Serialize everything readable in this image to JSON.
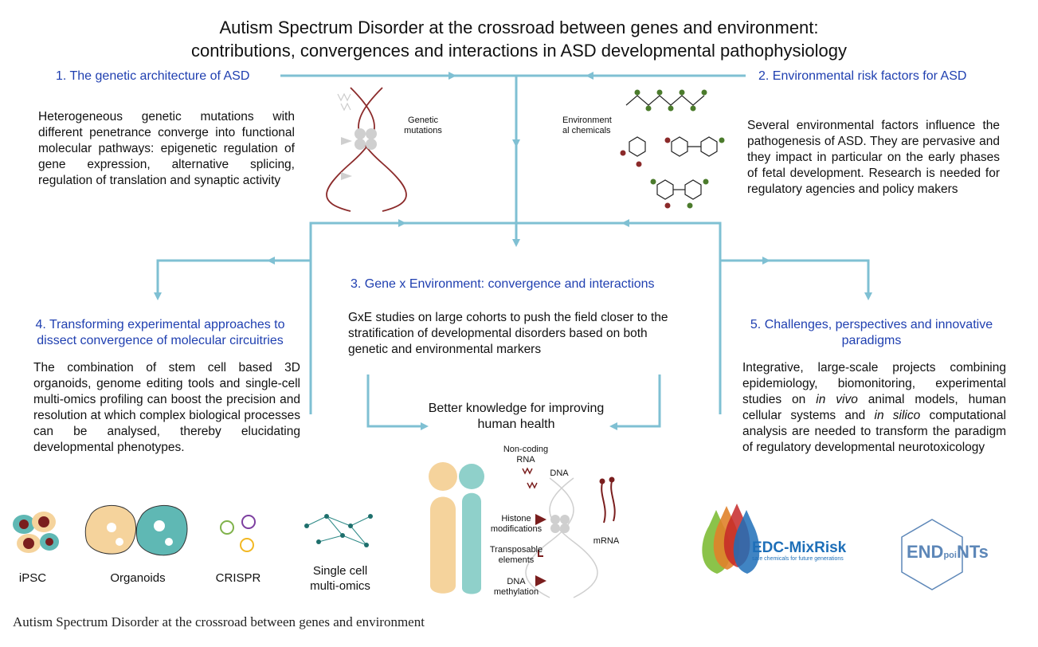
{
  "title": {
    "line1": "Autism Spectrum Disorder at the crossroad between genes and environment:",
    "line2": "contributions, convergences and interactions in ASD developmental pathophysiology"
  },
  "sections": {
    "s1": {
      "heading": "1. The genetic architecture of ASD",
      "body": "Heterogeneous genetic mutations with different penetrance converge into functional molecular pathways: epigenetic regulation of gene expression, alternative splicing, regulation of translation and synaptic activity"
    },
    "s2": {
      "heading": "2. Environmental risk factors for ASD",
      "body": "Several environmental factors influence the pathogenesis of ASD. They are pervasive and they impact in particular on the early phases of fetal development. Research is needed for regulatory agencies and policy makers"
    },
    "s3": {
      "heading": "3.  Gene x Environment: convergence and interactions",
      "body": "GxE studies on large cohorts to push the field closer to the stratification of developmental disorders based on both genetic and environmental markers"
    },
    "s4": {
      "heading_line1": "4. Transforming experimental approaches to",
      "heading_line2": "dissect convergence of molecular circuitries",
      "body": "The combination of stem cell based 3D organoids, genome editing tools and single-cell multi-omics profiling can boost the precision and resolution at which complex biological processes can be analysed, thereby elucidating developmental phenotypes."
    },
    "s5": {
      "heading_line1": "5. Challenges, perspectives and innovative",
      "heading_line2": "paradigms",
      "body_part1": "Integrative, large-scale projects combining epidemiology, biomonitoring, experimental studies on ",
      "body_em1": "in vivo",
      "body_part2": " animal models, human cellular systems and ",
      "body_em2": "in silico",
      "body_part3": " computational analysis are needed to transform the paradigm of regulatory developmental neurotoxicology"
    }
  },
  "center": {
    "line1": "Better knowledge for improving",
    "line2": "human health"
  },
  "labels": {
    "genetic_line1": "Genetic",
    "genetic_line2": "mutations",
    "env_line1": "Environment",
    "env_line2": "al chemicals",
    "ipsc": "iPSC",
    "organoids": "Organoids",
    "crispr": "CRISPR",
    "singlecell_line1": "Single cell",
    "singlecell_line2": "multi-omics",
    "noncoding_line1": "Non-coding",
    "noncoding_line2": "RNA",
    "dna": "DNA",
    "histone_line1": "Histone",
    "histone_line2": "modifications",
    "transposable_line1": "Transposable",
    "transposable_line2": "elements",
    "methylation_line1": "DNA",
    "methylation_line2": "methylation",
    "mrna": "mRNA"
  },
  "logos": {
    "edc_name": "EDC-MixRisk",
    "edc_tagline": "safe chemicals for future generations",
    "endpoints_end": "END",
    "endpoints_poi": "poi",
    "endpoints_nts": "NTs"
  },
  "caption": "Autism Spectrum Disorder at the crossroad between genes and environment",
  "colors": {
    "arrow": "#7fc0d3",
    "heading": "#1f3fb0",
    "dna": "#8b2a2a",
    "teal": "#5fb8b4",
    "peach": "#f5d39c"
  }
}
